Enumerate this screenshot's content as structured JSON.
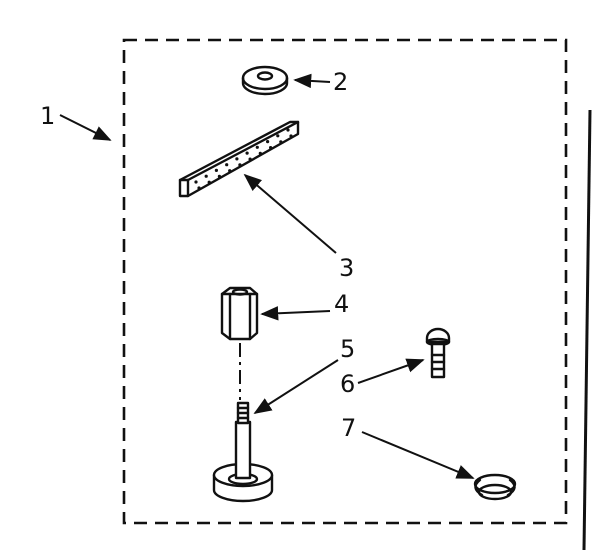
{
  "callouts": [
    {
      "id": "1",
      "label": "1",
      "part": "kit-outline"
    },
    {
      "id": "2",
      "label": "2",
      "part": "washer"
    },
    {
      "id": "3",
      "label": "3",
      "part": "mounting-bracket"
    },
    {
      "id": "4",
      "label": "4",
      "part": "coupling-nut"
    },
    {
      "id": "5",
      "label": "5",
      "part": "leveling-foot"
    },
    {
      "id": "6",
      "label": "6",
      "part": "bolt"
    },
    {
      "id": "7",
      "label": "7",
      "part": "clamp"
    }
  ],
  "colors": {
    "ink": "#111111",
    "paper": "#ffffff"
  }
}
